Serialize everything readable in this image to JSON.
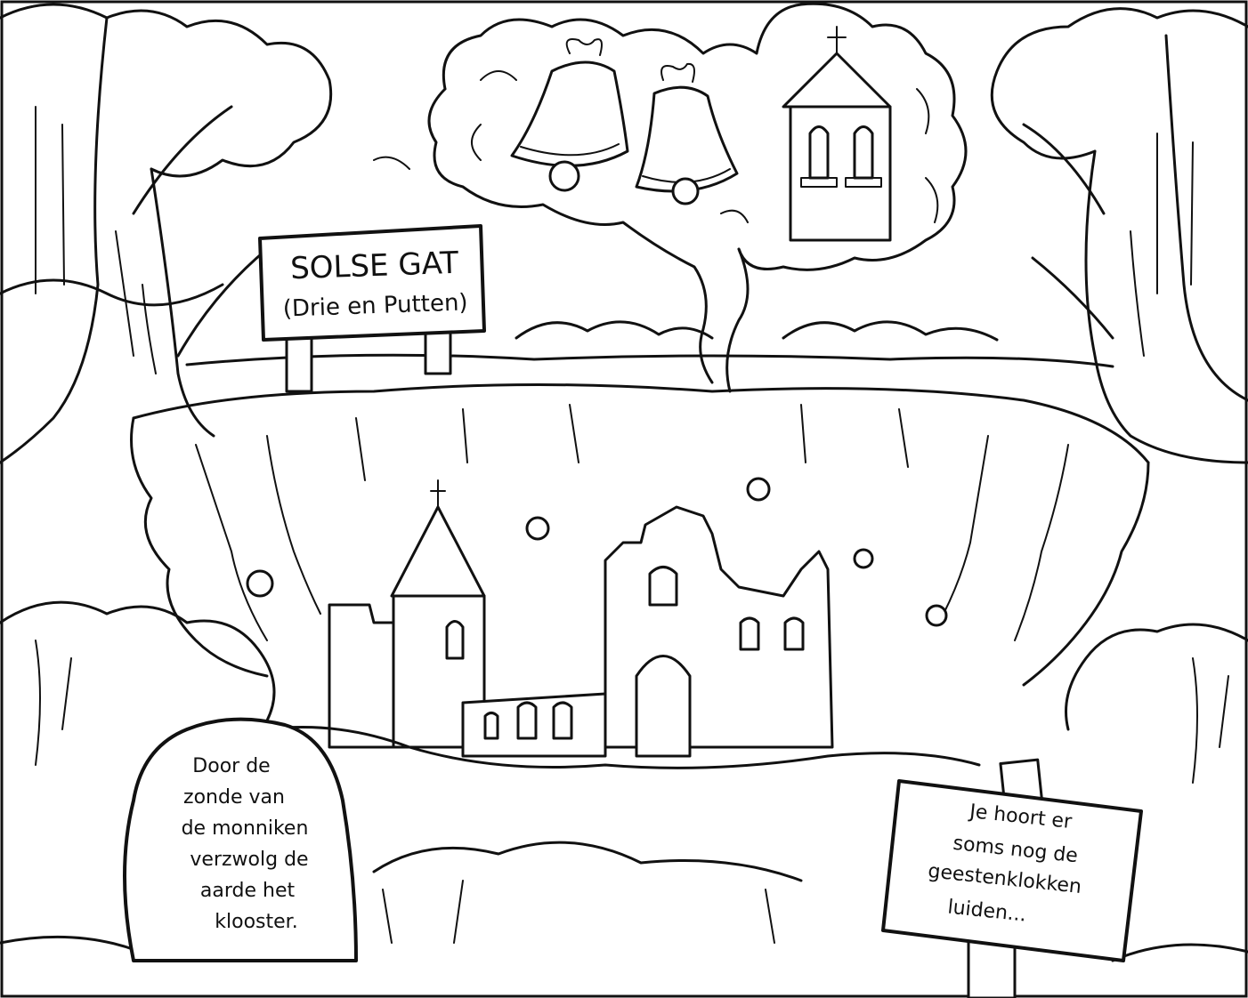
{
  "signpost": {
    "line1": "SOLSE GAT",
    "line2": "(Drie en Putten)"
  },
  "stone": {
    "lines": [
      "Door de",
      "zonde van",
      "de monniken",
      "verzwolg de",
      "aarde het",
      "klooster."
    ]
  },
  "board": {
    "lines": [
      "Je hoort er",
      "soms nog de",
      "geestenklokken",
      "luiden..."
    ]
  }
}
